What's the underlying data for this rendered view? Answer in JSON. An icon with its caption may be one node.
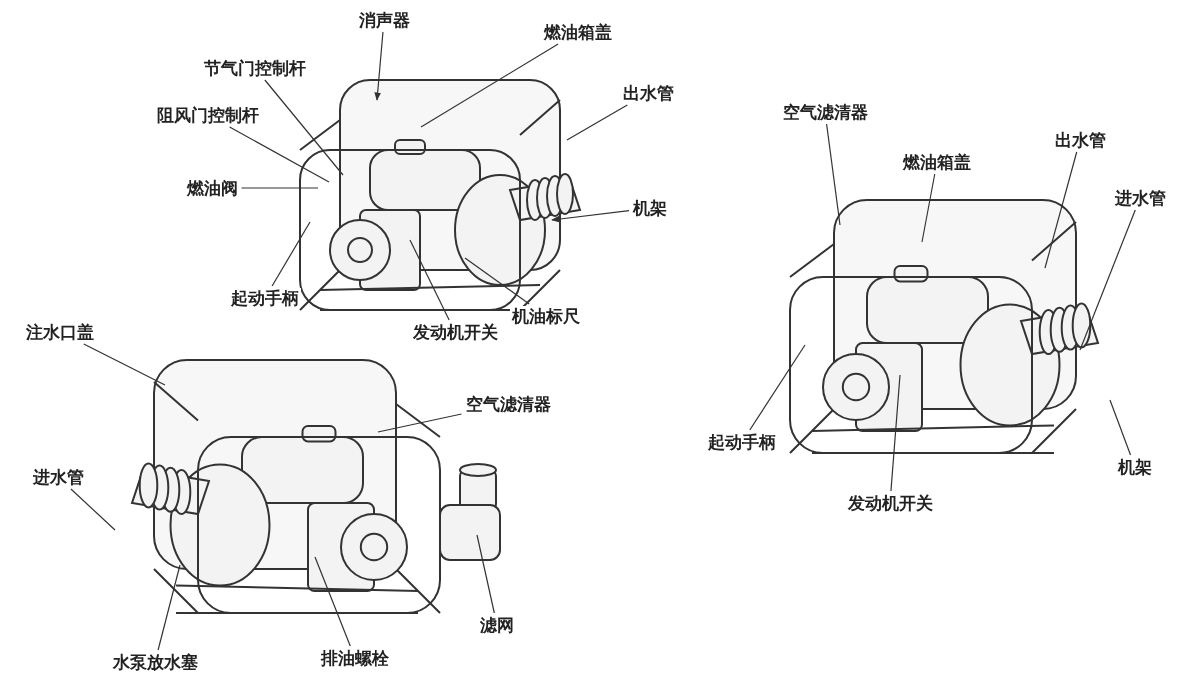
{
  "diagram": {
    "nodes": [
      {
        "text": [
          "消声器"
        ]
      },
      {
        "text": [
          "燃油箱盖"
        ]
      },
      {
        "text": [
          "节气门控制杆"
        ]
      },
      {
        "text": [
          "阻风门控制杆"
        ]
      },
      {
        "text": [
          "出水管"
        ]
      },
      {
        "text": [
          "燃油阀"
        ]
      },
      {
        "text": [
          "机架"
        ]
      },
      {
        "text": [
          "起动手柄"
        ]
      },
      {
        "text": [
          "机油标尺"
        ]
      },
      {
        "text": [
          "发动机开关"
        ]
      },
      {
        "text": [
          "注水口盖"
        ]
      },
      {
        "text": [
          "空气滤清器"
        ]
      },
      {
        "text": [
          "进水管"
        ]
      },
      {
        "text": [
          "滤网"
        ]
      },
      {
        "text": [
          "水泵放水塞"
        ]
      },
      {
        "text": [
          "排油螺栓"
        ]
      },
      {
        "text": [
          "空气滤清器"
        ]
      },
      {
        "text": [
          "燃油箱盖"
        ]
      },
      {
        "text": [
          "出水管"
        ]
      },
      {
        "text": [
          "进水管"
        ]
      },
      {
        "text": [
          "起动手柄"
        ]
      },
      {
        "text": [
          "机架"
        ]
      },
      {
        "text": [
          "发动机开关"
        ]
      }
    ],
    "edges": [
      {
        "from": 0,
        "to": null,
        "arrow": "to"
      },
      {
        "from": 1,
        "to": null,
        "arrow": "none"
      },
      {
        "from": 2,
        "to": null,
        "arrow": "none"
      },
      {
        "from": 3,
        "to": null,
        "arrow": "none"
      },
      {
        "from": 4,
        "to": null,
        "arrow": "none"
      },
      {
        "from": 5,
        "to": null,
        "arrow": "none"
      },
      {
        "from": 6,
        "to": null,
        "arrow": "to"
      },
      {
        "from": 7,
        "to": null,
        "arrow": "none"
      },
      {
        "from": 8,
        "to": null,
        "arrow": "none"
      },
      {
        "from": 9,
        "to": null,
        "arrow": "none"
      },
      {
        "from": 10,
        "to": null,
        "arrow": "none"
      },
      {
        "from": 11,
        "to": null,
        "arrow": "none"
      },
      {
        "from": 12,
        "to": null,
        "arrow": "none"
      },
      {
        "from": 13,
        "to": null,
        "arrow": "none"
      },
      {
        "from": 14,
        "to": null,
        "arrow": "none"
      },
      {
        "from": 15,
        "to": null,
        "arrow": "none"
      },
      {
        "from": 16,
        "to": null,
        "arrow": "none"
      },
      {
        "from": 17,
        "to": null,
        "arrow": "none"
      },
      {
        "from": 18,
        "to": null,
        "arrow": "none"
      },
      {
        "from": 19,
        "to": null,
        "arrow": "none"
      },
      {
        "from": 20,
        "to": null,
        "arrow": "none"
      },
      {
        "from": 21,
        "to": null,
        "arrow": "none"
      },
      {
        "from": 22,
        "to": null,
        "arrow": "none"
      }
    ]
  }
}
